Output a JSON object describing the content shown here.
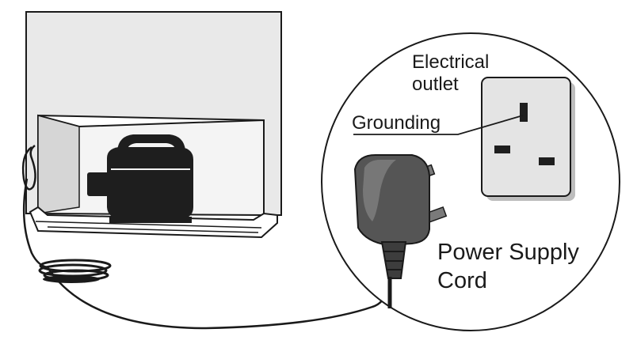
{
  "labels": {
    "electrical_outlet_line1": "Electrical",
    "electrical_outlet_line2": "outlet",
    "grounding": "Grounding",
    "power_supply_cord_line1": "Power Supply",
    "power_supply_cord_line2": "Cord"
  },
  "colors": {
    "line": "#1a1a1a",
    "cabinet": "#e9e9e9",
    "cabinet_shadow": "#cfcfcf",
    "compressor": "#1e1e1e",
    "outlet_face": "#e4e4e4",
    "plug_body": "#555555",
    "background": "#ffffff"
  }
}
